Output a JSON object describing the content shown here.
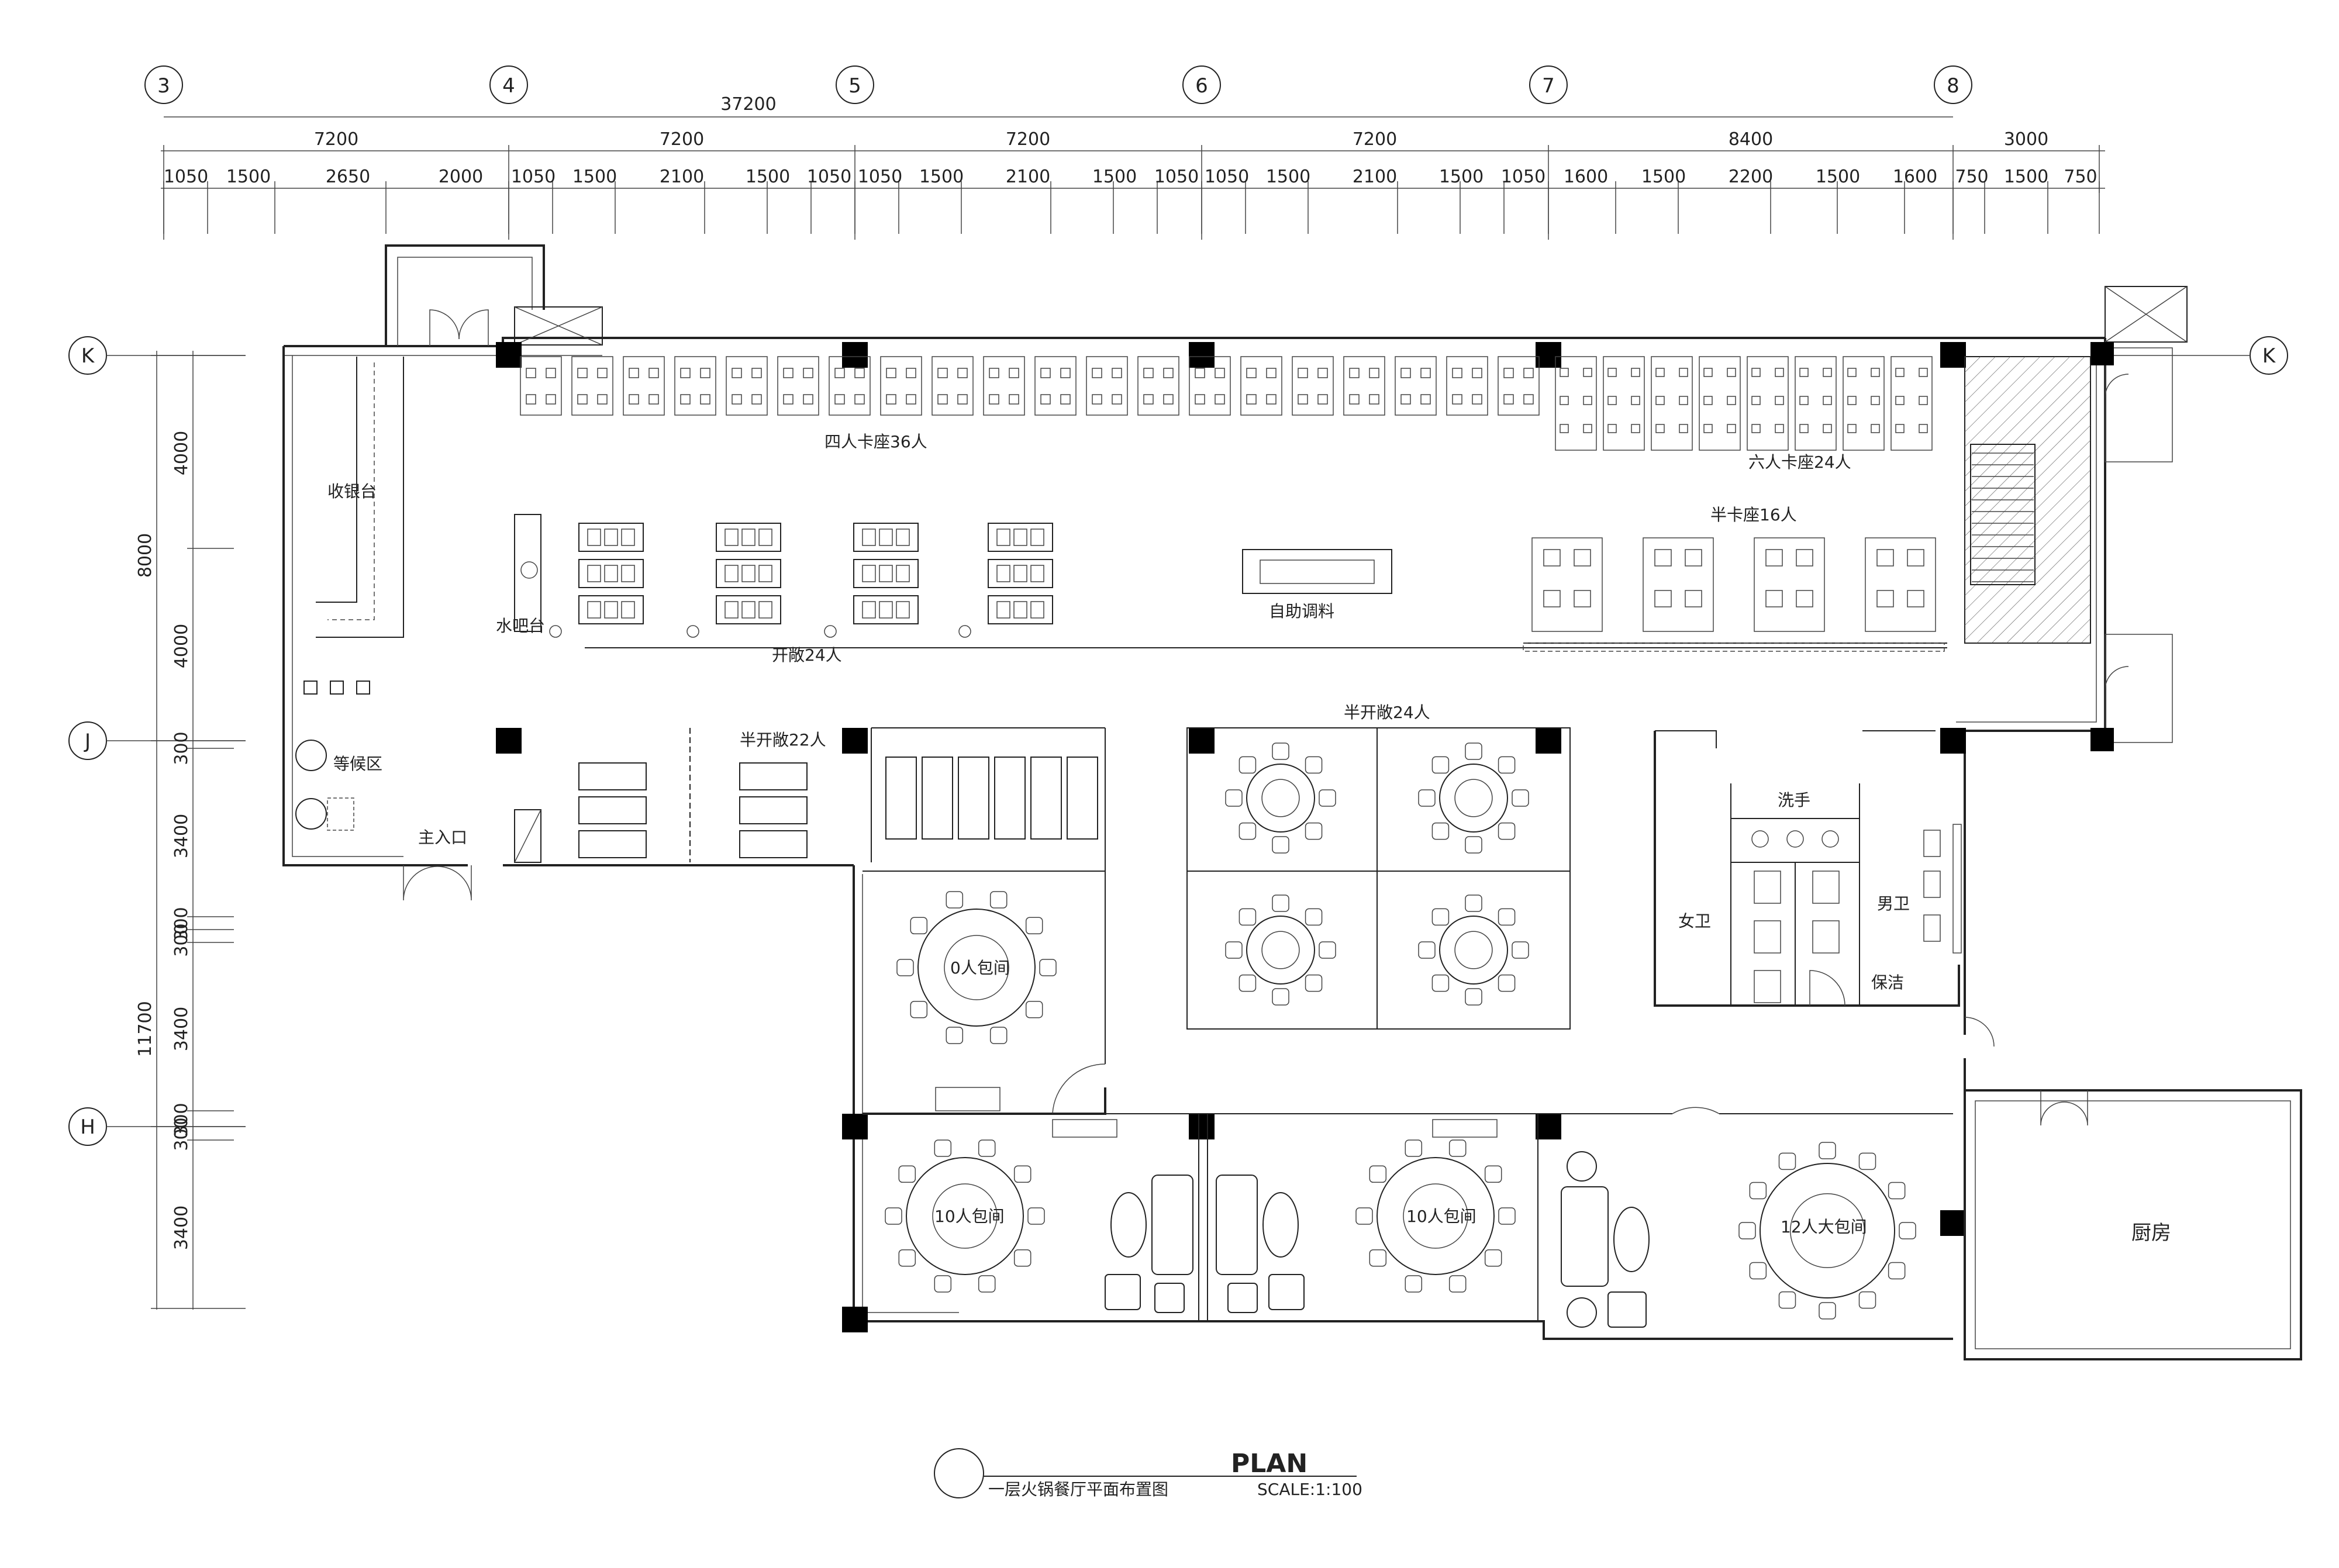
{
  "grid_axes": {
    "vertical": [
      "3",
      "4",
      "5",
      "6",
      "7",
      "8"
    ],
    "horizontal_left": [
      "K",
      "J",
      "H"
    ],
    "horizontal_right": [
      "K"
    ]
  },
  "dimensions": {
    "overall": "37200",
    "spans": [
      "7200",
      "7200",
      "7200",
      "7200",
      "8400",
      "3000"
    ],
    "sub_spans": [
      "1050",
      "1500",
      "2650",
      "2000",
      "1050",
      "1500",
      "2100",
      "1500",
      "1050",
      "1050",
      "1500",
      "2100",
      "1500",
      "1050",
      "1050",
      "1500",
      "2100",
      "1500",
      "1050",
      "1600",
      "1500",
      "2200",
      "1500",
      "1600",
      "750",
      "1500",
      "750"
    ],
    "left_total_top": "8000",
    "left_top_parts": [
      "4000",
      "4000"
    ],
    "left_total_bottom": "11700",
    "left_bottom_parts": [
      "300",
      "3400",
      "300",
      "300",
      "3400",
      "300",
      "300",
      "3400"
    ]
  },
  "rooms": {
    "cashier": "收银台",
    "water_bar": "水吧台",
    "waiting": "等候区",
    "main_entrance": "主入口",
    "booth_4": "四人卡座36人",
    "booth_6": "六人卡座24人",
    "half_booth": "半卡座16人",
    "open_24": "开敞24人",
    "self_sauce": "自助调料",
    "semi_open_22": "半开敞22人",
    "semi_open_24": "半开敞24人",
    "wash": "洗手",
    "female_wc": "女卫",
    "male_wc": "男卫",
    "cleaning": "保洁",
    "private_10_a": "0人包间",
    "private_10_b": "10人包间",
    "private_10_c": "10人包间",
    "private_12": "12人大包间",
    "kitchen": "厨房"
  },
  "title_block": {
    "title": "一层火锅餐厅平面布置图",
    "plan_label": "PLAN",
    "scale": "SCALE:1:100"
  }
}
